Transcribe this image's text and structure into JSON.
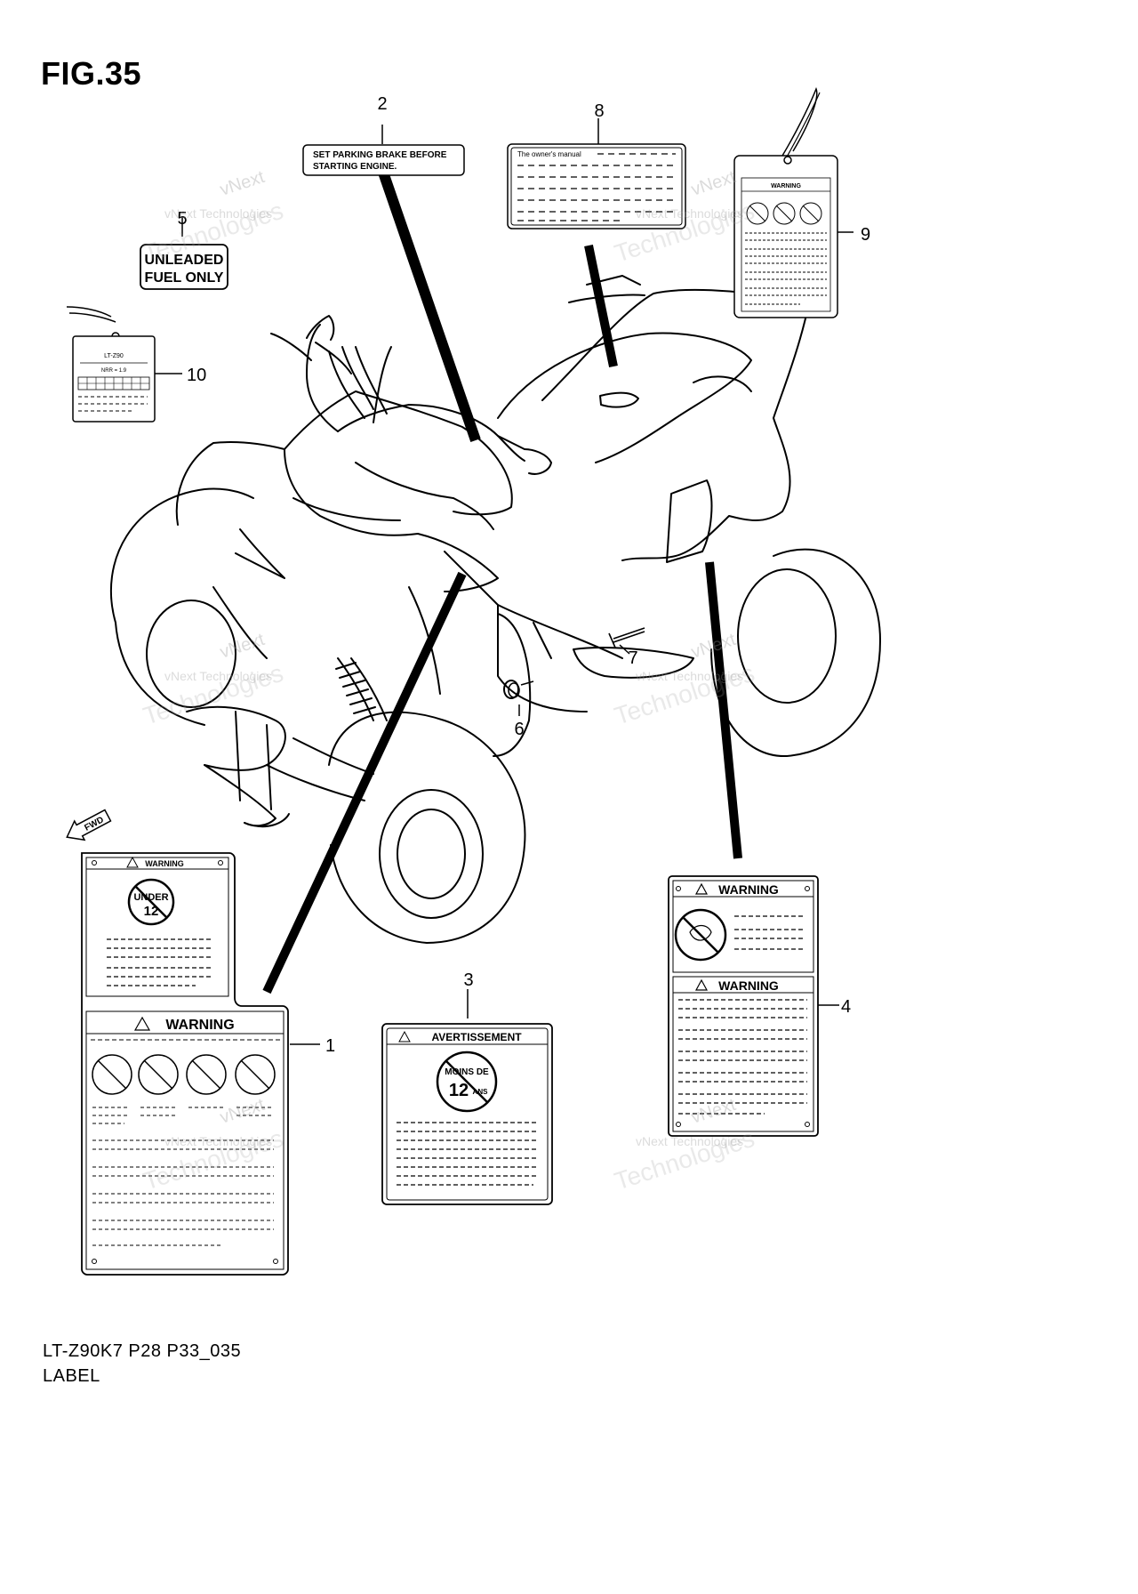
{
  "figure": {
    "title": "FIG.35",
    "code": "LT-Z90K7 P28 P33_035",
    "name": "LABEL"
  },
  "callouts": [
    "1",
    "2",
    "3",
    "4",
    "5",
    "6",
    "7",
    "8",
    "9",
    "10"
  ],
  "labels": {
    "parking_brake": {
      "line1": "SET PARKING BRAKE BEFORE",
      "line2": "STARTING ENGINE."
    },
    "owners_manual": {
      "text": "The owner's manual"
    },
    "unleaded": {
      "line1": "UNLEADED",
      "line2": "FUEL ONLY"
    },
    "model_tag": {
      "model": "LT-Z90",
      "spec": "NRR = 1.9"
    },
    "tag_warning": {
      "heading": "WARNING"
    },
    "warning_1": {
      "top_heading": "WARNING",
      "under_line1": "UNDER",
      "under_line2": "12",
      "bottom_heading": "WARNING"
    },
    "warning_3": {
      "heading": "AVERTISSEMENT",
      "moins_line1": "MOINS DE",
      "moins_num": "12",
      "moins_ans": "ANS"
    },
    "warning_4": {
      "top_heading": "WARNING",
      "bottom_heading": "WARNING"
    }
  },
  "fwd_arrow": {
    "text": "FWD"
  },
  "watermark": {
    "line1": "vNext Technologies",
    "line2": "Technologies",
    "line3": "vNext"
  }
}
